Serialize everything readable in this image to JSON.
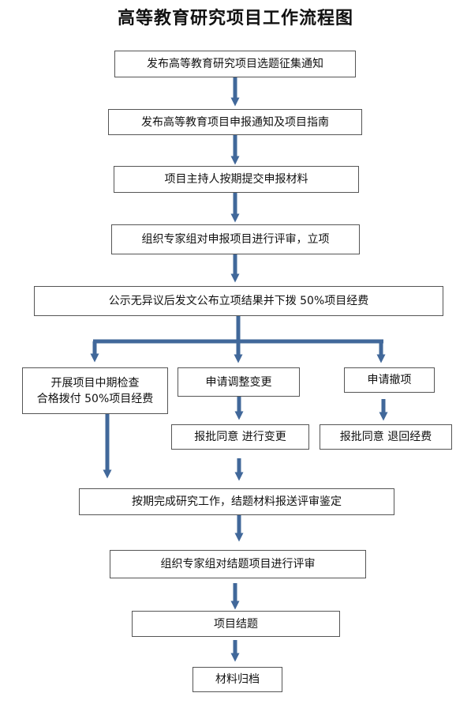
{
  "title": "高等教育研究项目工作流程图",
  "colors": {
    "arrow": "#41689A",
    "box_border": "#555555",
    "text": "#111111"
  },
  "steps": {
    "s1": "发布高等教育研究项目选题征集通知",
    "s2": "发布高等教育项目申报通知及项目指南",
    "s3": "项目主持人按期提交申报材料",
    "s4": "组织专家组对申报项目进行评审，立项",
    "s5": "公示无异议后发文公布立项结果并下拨 50%项目经费",
    "b1_line1": "开展项目中期检查",
    "b1_line2": "合格拨付 50%项目经费",
    "b2": "申请调整变更",
    "b2_result": "报批同意  进行变更",
    "b3": "申请撤项",
    "b3_result": "报批同意  退回经费",
    "s6": "按期完成研究工作，结题材料报送评审鉴定",
    "s7": "组织专家组对结题项目进行评审",
    "s8": "项目结题",
    "s9": "材料归档"
  }
}
